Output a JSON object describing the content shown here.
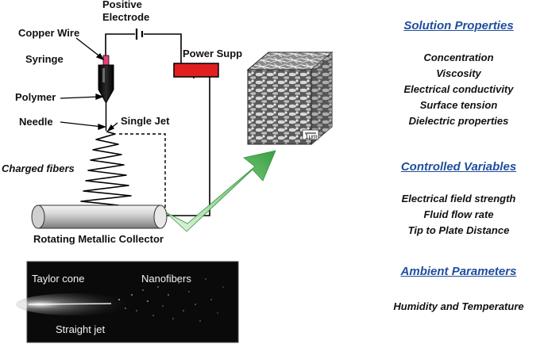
{
  "apparatus": {
    "positive_electrode_line1": "Positive",
    "positive_electrode_line2": "Electrode",
    "copper_wire": "Copper Wire",
    "syringe": "Syringe",
    "polymer": "Polymer",
    "needle": "Needle",
    "single_jet": "Single Jet",
    "power_supply": "Power Supp",
    "charged_fibers": "Charged fibers",
    "collector": "Rotating Metallic Collector",
    "scale_bar": "1μm"
  },
  "photo": {
    "taylor_cone": "Taylor cone",
    "nanofibers": "Nanofibers",
    "straight_jet": "Straight jet"
  },
  "sections": {
    "solution_properties": {
      "title": "Solution Properties",
      "items": [
        "Concentration",
        "Viscosity",
        "Electrical conductivity",
        "Surface tension",
        "Dielectric properties"
      ]
    },
    "controlled_variables": {
      "title": "Controlled Variables",
      "items": [
        "Electrical field strength",
        "Fluid flow rate",
        "Tip to Plate Distance"
      ]
    },
    "ambient_parameters": {
      "title": "Ambient Parameters",
      "items": [
        "Humidity and Temperature"
      ]
    }
  },
  "colors": {
    "section_title": "#1f4e9c",
    "power_supply": "#e02020",
    "copper_wire": "#e8407a",
    "arrow_green": "#3db54a"
  }
}
